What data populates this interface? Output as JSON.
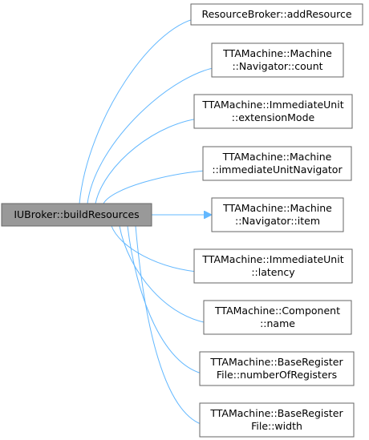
{
  "graph": {
    "source": {
      "lines": [
        "IUBroker::buildResources"
      ],
      "fill": "#999999",
      "stroke": "#666666"
    },
    "edge_color": "#63b8ff",
    "node_stroke": "#666666",
    "node_fill": "#ffffff",
    "targets": [
      {
        "lines": [
          "ResourceBroker::addResource"
        ]
      },
      {
        "lines": [
          "TTAMachine::Machine",
          "::Navigator::count"
        ]
      },
      {
        "lines": [
          "TTAMachine::ImmediateUnit",
          "::extensionMode"
        ]
      },
      {
        "lines": [
          "TTAMachine::Machine",
          "::immediateUnitNavigator"
        ]
      },
      {
        "lines": [
          "TTAMachine::Machine",
          "::Navigator::item"
        ]
      },
      {
        "lines": [
          "TTAMachine::ImmediateUnit",
          "::latency"
        ]
      },
      {
        "lines": [
          "TTAMachine::Component",
          "::name"
        ]
      },
      {
        "lines": [
          "TTAMachine::BaseRegister",
          "File::numberOfRegisters"
        ]
      },
      {
        "lines": [
          "TTAMachine::BaseRegister",
          "File::width"
        ]
      }
    ]
  }
}
